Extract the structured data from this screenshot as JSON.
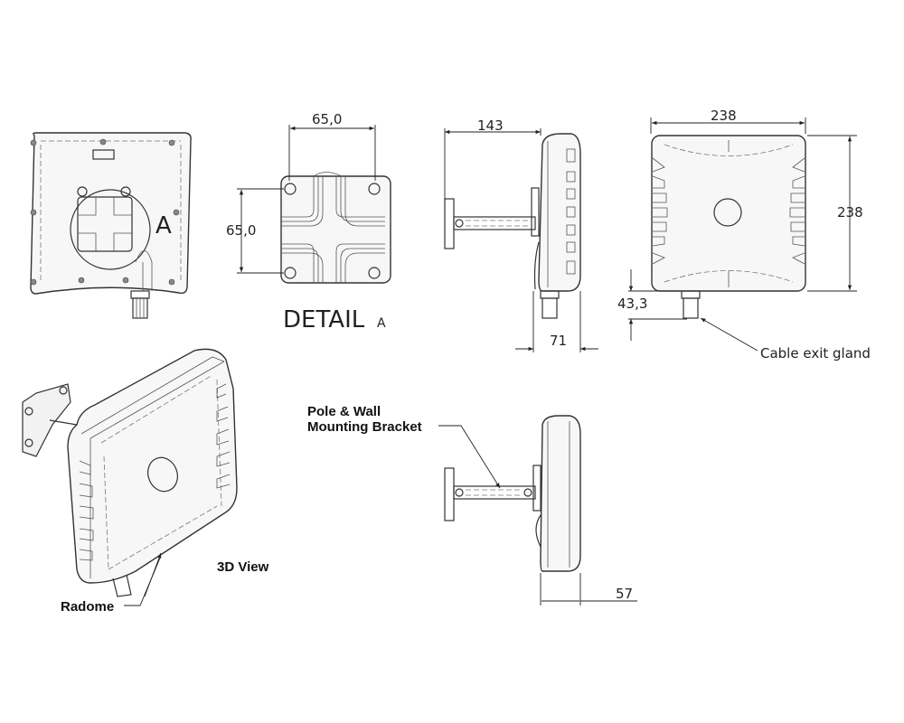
{
  "dimensions": {
    "detail_width": "65,0",
    "detail_height": "65,0",
    "bracket_depth": "143",
    "width": "238",
    "height": "238",
    "gland_length": "43,3",
    "depth": "71",
    "depth_no_bracket": "57"
  },
  "labels": {
    "detail_callout": "A",
    "detail_title": "DETAIL",
    "detail_letter": "A",
    "cable_exit_gland": "Cable exit gland",
    "bracket_line1": "Pole & Wall",
    "bracket_line2": "Mounting Bracket",
    "view_3d": "3D View",
    "radome": "Radome"
  }
}
